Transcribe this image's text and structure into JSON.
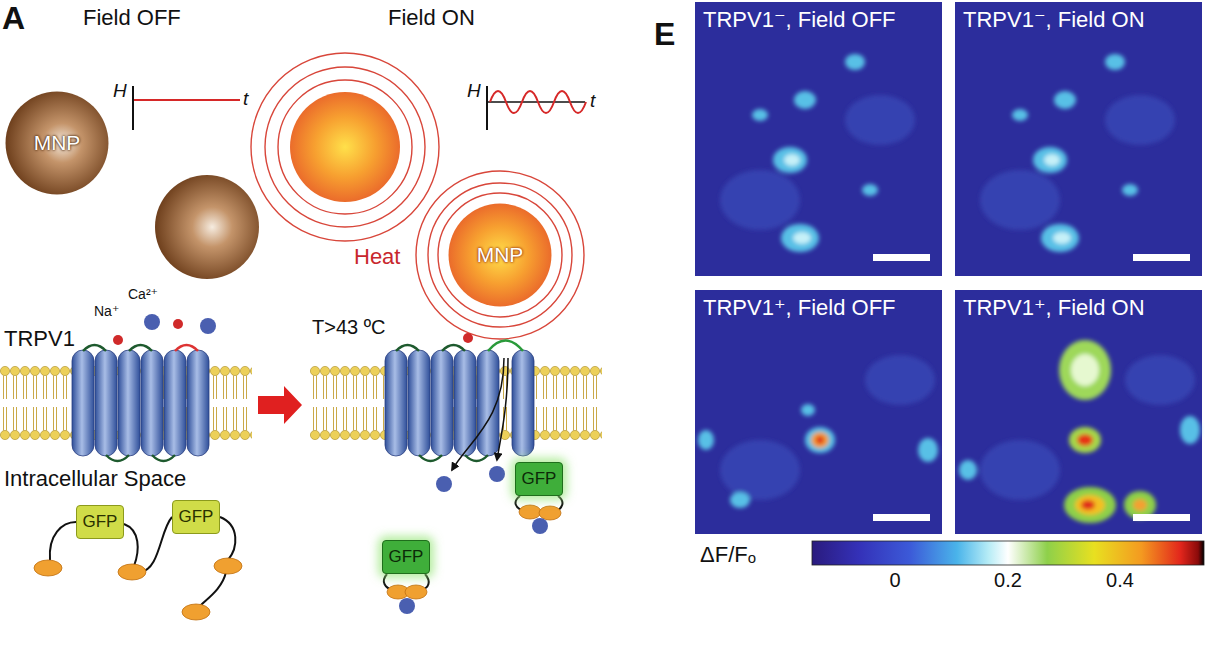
{
  "diagram": {
    "nodes": [
      {
        "text": [
          "MNP"
        ]
      },
      {
        "text": [
          "MNP"
        ]
      },
      {
        "text": [
          "GFP"
        ]
      },
      {
        "text": [
          "GFP"
        ]
      },
      {
        "text": [
          "GFP"
        ]
      },
      {
        "text": [
          "GFP"
        ]
      },
      {
        "text": [
          "TRPV1⁻, Field OFF"
        ]
      },
      {
        "text": [
          "TRPV1⁻, Field ON"
        ]
      },
      {
        "text": [
          "TRPV1⁺, Field OFF"
        ]
      },
      {
        "text": [
          "TRPV1⁺, Field ON"
        ]
      }
    ],
    "labels": [
      "A",
      "Field OFF",
      "Field ON",
      "H",
      "t",
      "H",
      "t",
      "Heat",
      "T>43 ºC",
      "Ca²⁺",
      "Na⁺",
      "TRPV1",
      "Intracellular Space",
      "E",
      "ΔF/Fₒ",
      "0",
      "0.2",
      "0.4"
    ]
  }
}
